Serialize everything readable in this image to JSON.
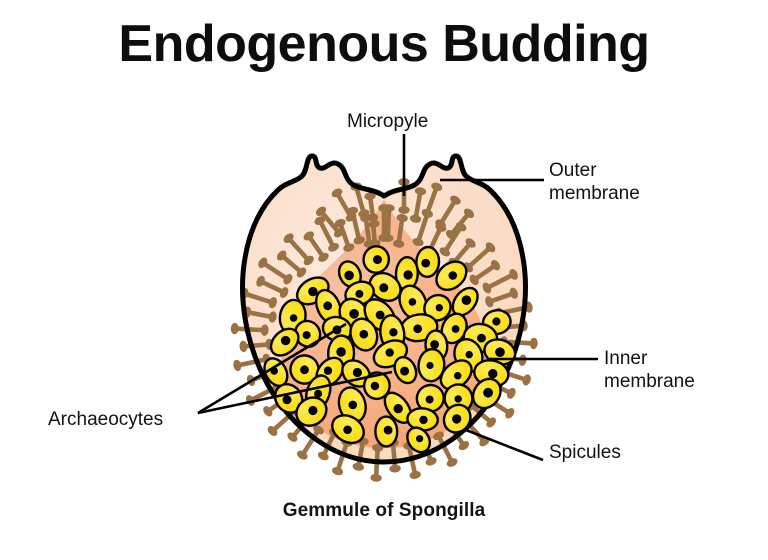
{
  "title": "Endogenous Budding",
  "caption": "Gemmule of Spongilla",
  "labels": {
    "micropyle": "Micropyle",
    "outer_membrane": "Outer\nmembrane",
    "inner_membrane": "Inner\nmembrane",
    "spicules": "Spicules",
    "archaeocytes": "Archaeocytes"
  },
  "colors": {
    "background": "#ffffff",
    "title_text": "#0d0d0d",
    "label_text": "#121212",
    "outline": "#000000",
    "outer_membrane_fill": "#fbdcc3",
    "outer_membrane_fill_light": "#fdeade",
    "inner_membrane_band": "#f0813f",
    "inner_core_fill": "#f7ab7d",
    "inner_core_fill_light": "#f9bb94",
    "archaeocyte_fill": "#fbdf12",
    "archaeocyte_fill_light": "#fdea5a",
    "archaeocyte_outline": "#000000",
    "nucleus": "#000000",
    "spicule": "#9a7243",
    "leader_line": "#000000"
  },
  "diagram": {
    "subject": "gemmule-cross-section",
    "structure_count": 5,
    "archaeocyte_cell_count": 57,
    "spicule_count": 44
  }
}
